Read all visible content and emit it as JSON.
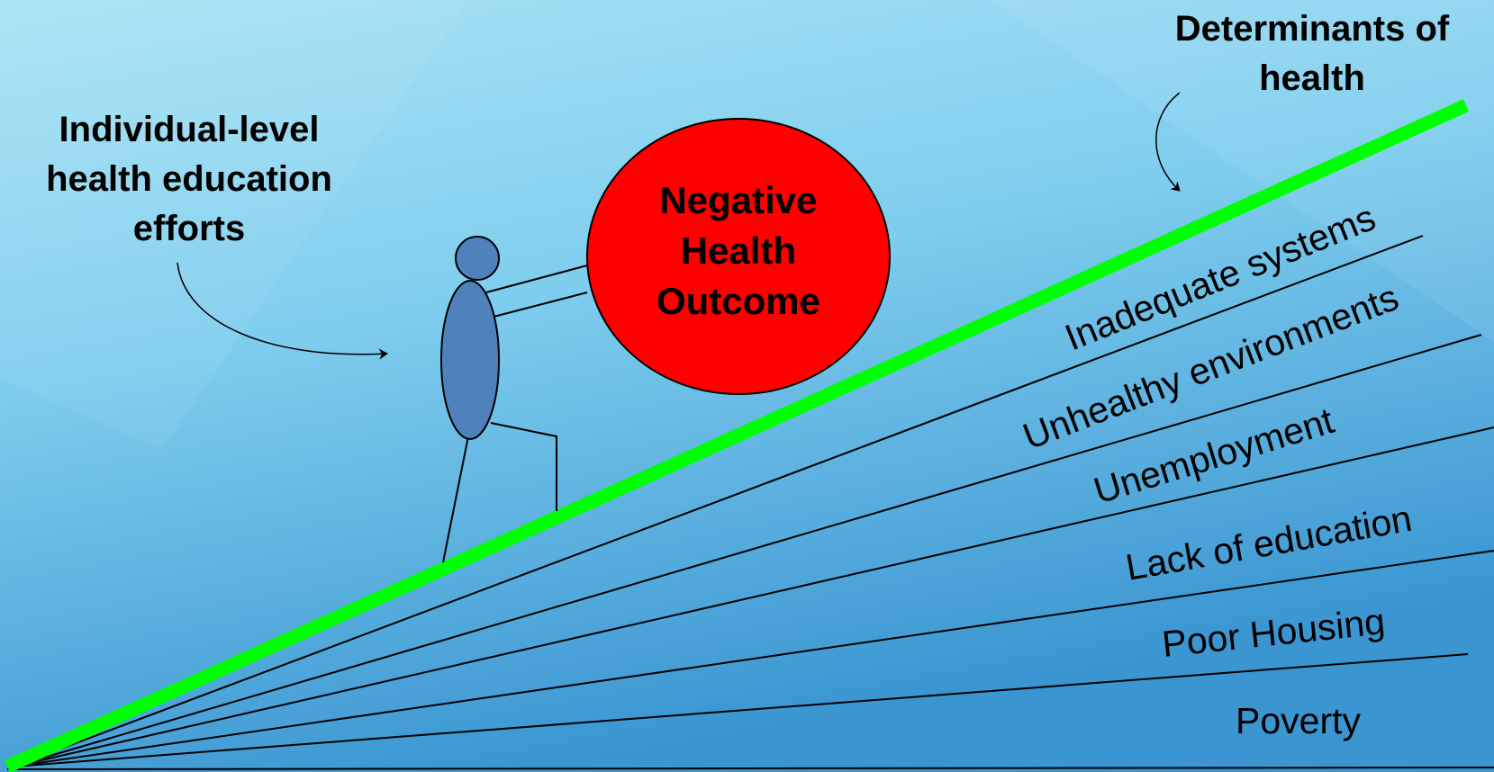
{
  "left_caption": {
    "lines": [
      "Individual-level",
      "health education",
      "efforts"
    ]
  },
  "top_caption": {
    "lines": [
      "Determinants of",
      "health"
    ]
  },
  "boulder": {
    "lines": [
      "Negative",
      "Health",
      "Outcome"
    ],
    "fill_color": "#ff0000"
  },
  "figure": {
    "fill_color": "#4f81bd"
  },
  "slope": {
    "color": "#00ff00"
  },
  "background": {
    "top_color": "#a9e4f5",
    "bottom_color": "#3a95d1"
  },
  "layers": [
    {
      "label": "Inadequate systems"
    },
    {
      "label": "Unhealthy environments"
    },
    {
      "label": "Unemployment"
    },
    {
      "label": "Lack of education"
    },
    {
      "label": "Poor Housing"
    },
    {
      "label": "Poverty"
    }
  ]
}
